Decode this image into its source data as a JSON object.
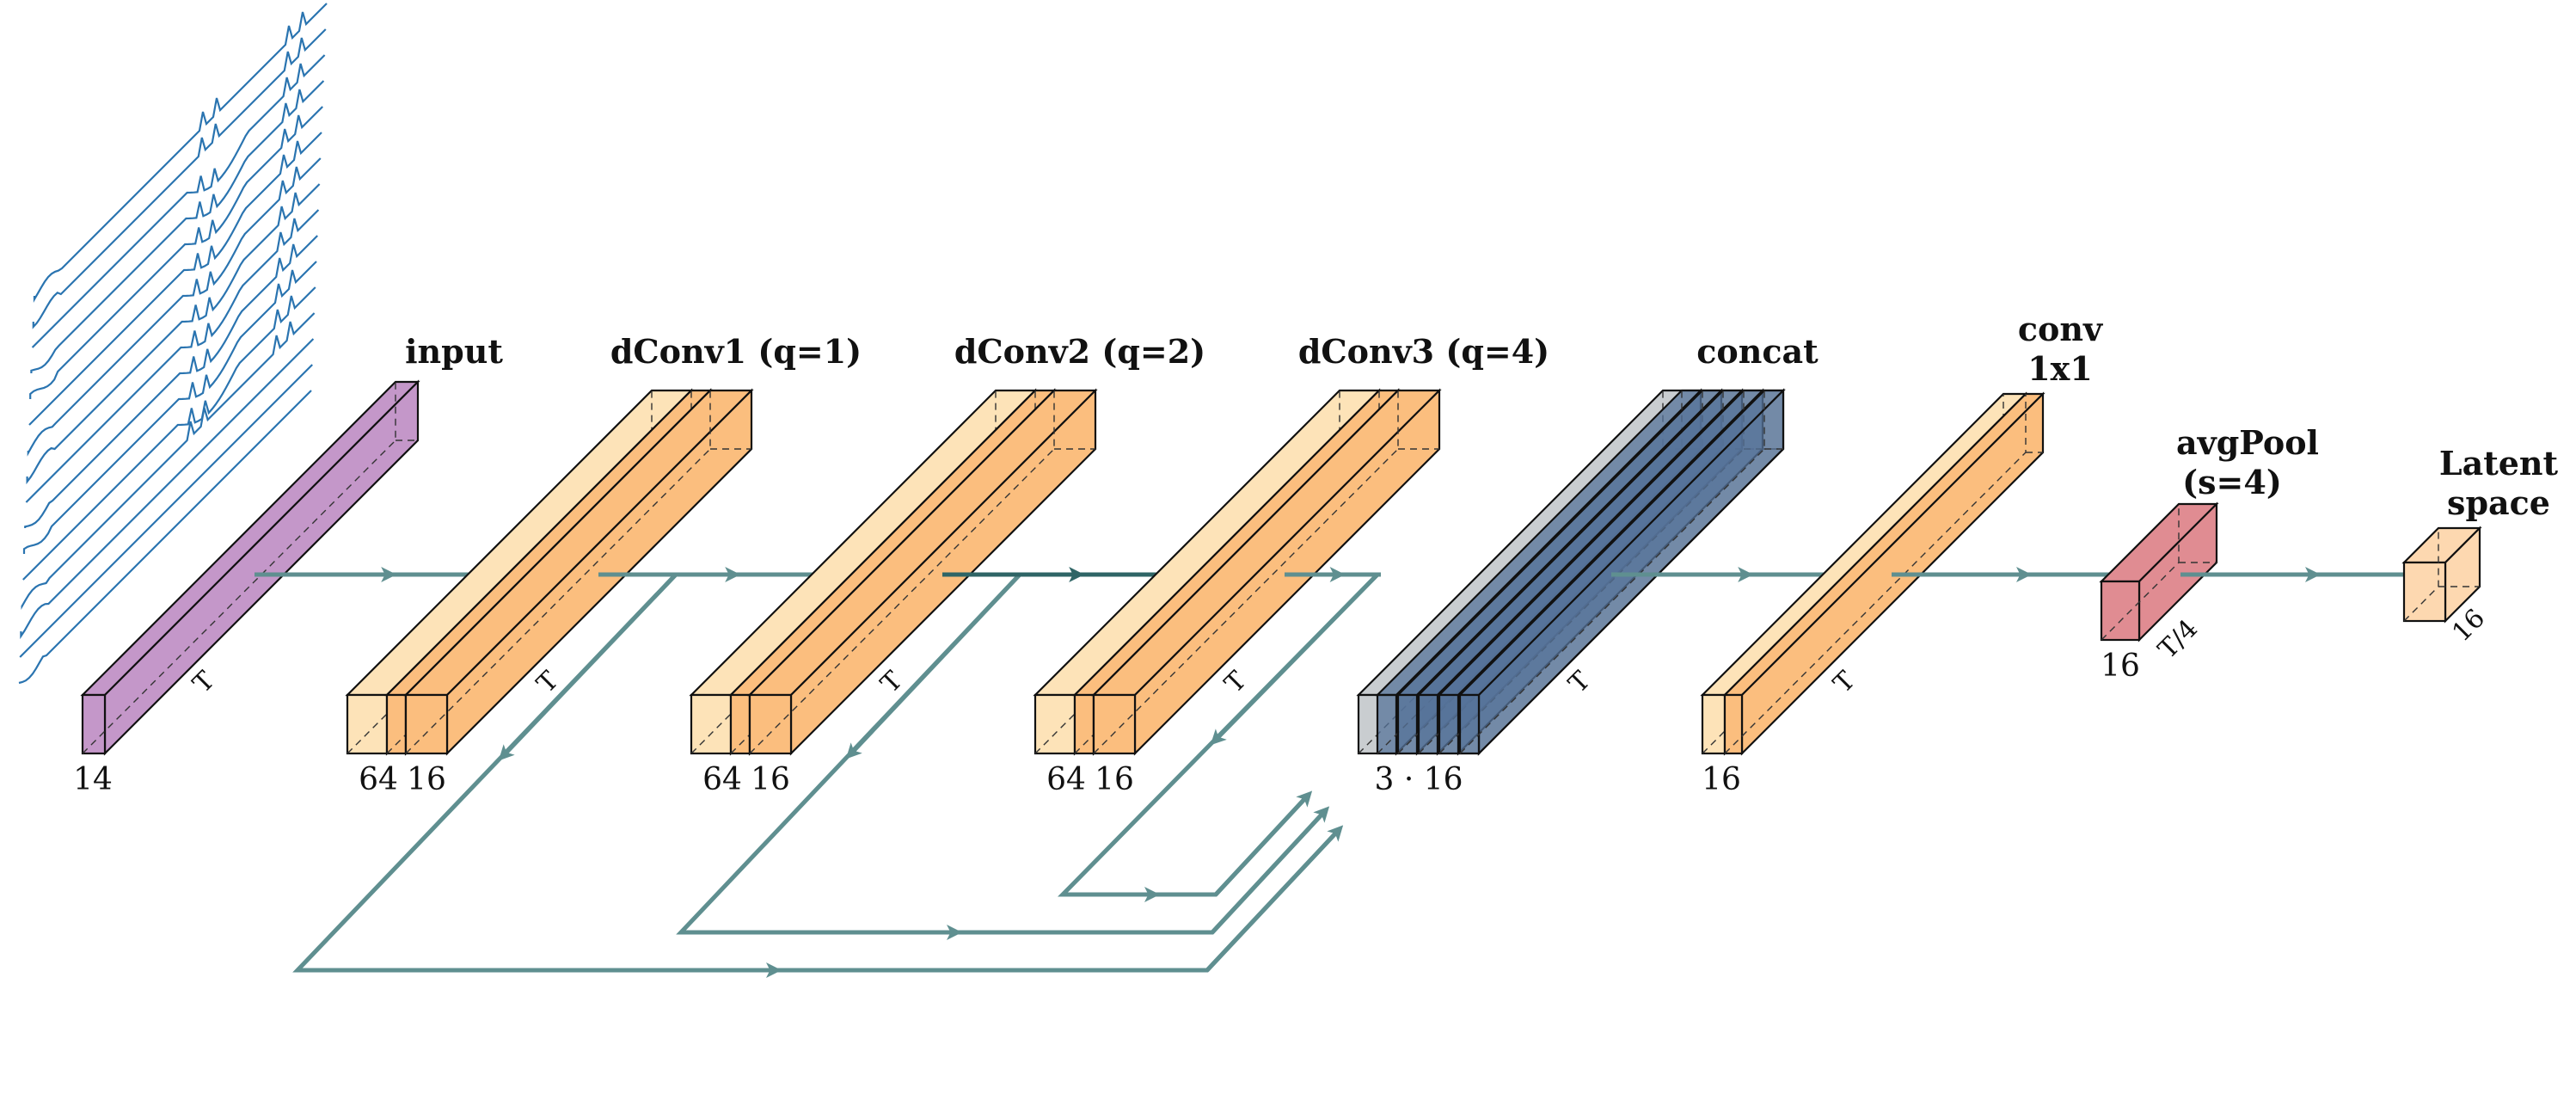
{
  "colors": {
    "input_block": "#c497c9",
    "conv_light": "#fde3b8",
    "conv_dark": "#fbbe7e",
    "concat_gray": "#c0c4c8",
    "concat_blue": "#567399",
    "avgpool": "#e08c92",
    "latent": "#fdd8b0",
    "arrow": "#5f8f90",
    "arrow_dark": "#2f6566",
    "signal": "#2a74b0",
    "stroke": "#111111"
  },
  "signal": {
    "name": "eeg-signal-traces",
    "channels": 16
  },
  "blocks": [
    {
      "id": "input",
      "title_lines": [
        "input"
      ],
      "dims": [
        "14"
      ],
      "length_label": "T"
    },
    {
      "id": "dconv1",
      "title_lines": [
        "dConv1 (q=1)"
      ],
      "dims": [
        "64",
        "16"
      ],
      "length_label": "T"
    },
    {
      "id": "dconv2",
      "title_lines": [
        "dConv2 (q=2)"
      ],
      "dims": [
        "64",
        "16"
      ],
      "length_label": "T"
    },
    {
      "id": "dconv3",
      "title_lines": [
        "dConv3 (q=4)"
      ],
      "dims": [
        "64",
        "16"
      ],
      "length_label": "T"
    },
    {
      "id": "concat",
      "title_lines": [
        "concat"
      ],
      "dims": [
        "3 · 16"
      ],
      "length_label": "T"
    },
    {
      "id": "conv1x1",
      "title_lines": [
        "conv",
        "1x1"
      ],
      "dims": [
        "16"
      ],
      "length_label": "T"
    },
    {
      "id": "avgpool",
      "title_lines": [
        "avgPool",
        "(s=4)"
      ],
      "dims": [
        "16"
      ],
      "length_label": "T/4"
    },
    {
      "id": "latent",
      "title_lines": [
        "Latent",
        "space"
      ],
      "dims": [],
      "length_label": "16"
    }
  ],
  "flows": [
    {
      "from": "input",
      "to": "dconv1"
    },
    {
      "from": "dconv1",
      "to": "dconv2"
    },
    {
      "from": "dconv2",
      "to": "dconv3"
    },
    {
      "from": "dconv3",
      "to": "concat"
    },
    {
      "from": "dconv1",
      "to": "concat",
      "kind": "skip"
    },
    {
      "from": "dconv2",
      "to": "concat",
      "kind": "skip"
    },
    {
      "from": "dconv3",
      "to": "concat",
      "kind": "skip"
    },
    {
      "from": "concat",
      "to": "conv1x1"
    },
    {
      "from": "conv1x1",
      "to": "avgpool"
    },
    {
      "from": "avgpool",
      "to": "latent"
    }
  ]
}
